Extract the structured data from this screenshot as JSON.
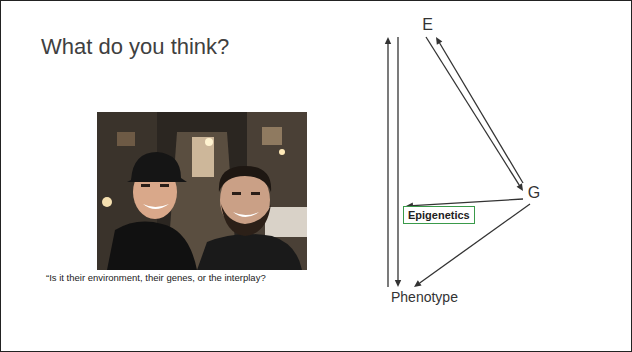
{
  "diagram": {
    "title": "What do you think?",
    "caption": "“Is it their environment, their genes, or the interplay?",
    "nodes": [
      {
        "text": [
          "E"
        ]
      },
      {
        "text": [
          "G"
        ]
      },
      {
        "text": [
          "Epigenetics"
        ]
      },
      {
        "text": [
          "Phenotype"
        ]
      }
    ],
    "edges": [
      {
        "from": 1,
        "to": 0,
        "arrow": "to"
      },
      {
        "from": 0,
        "to": 1,
        "arrow": "to"
      },
      {
        "from": 1,
        "to": 2,
        "arrow": "to"
      },
      {
        "from": 1,
        "to": 3,
        "arrow": "to"
      },
      {
        "from": 0,
        "to": 3,
        "arrow": "to"
      },
      {
        "from": 3,
        "to": 0,
        "arrow": "to"
      }
    ]
  }
}
